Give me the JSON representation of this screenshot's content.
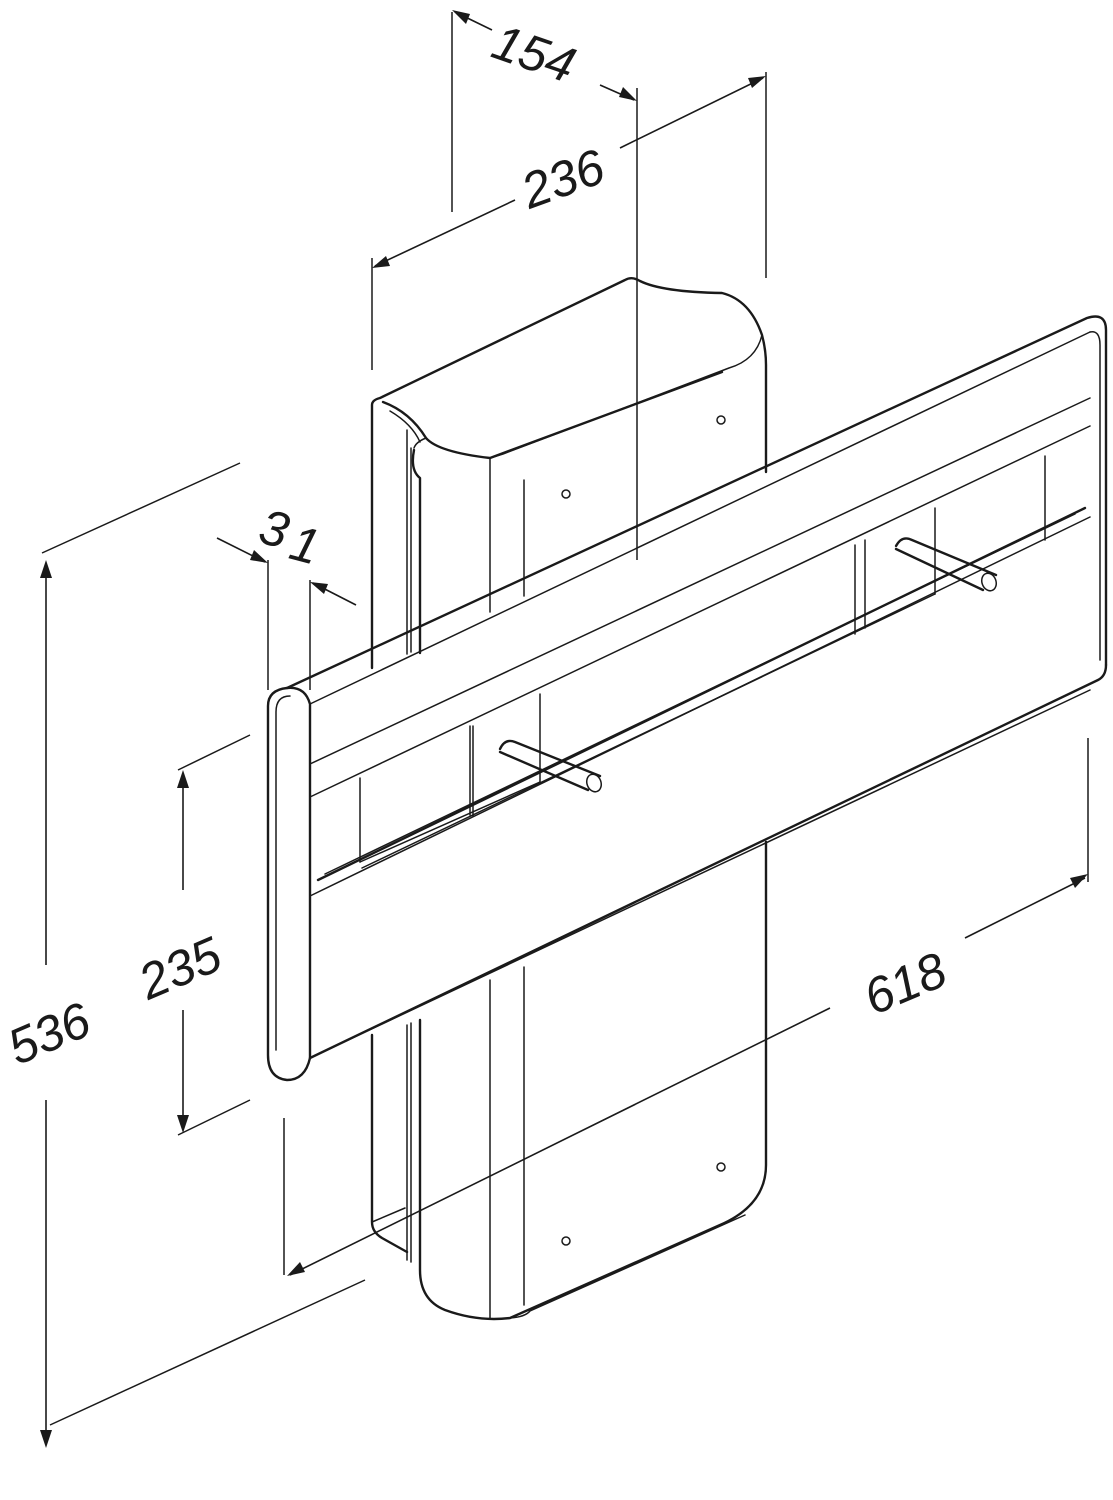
{
  "figure": {
    "dimensions": {
      "depth_top": "154",
      "width_column": "236",
      "thickness_a": "3",
      "thickness_b": "1",
      "height_total": "536",
      "height_panel": "235",
      "width_panel": "618"
    }
  }
}
